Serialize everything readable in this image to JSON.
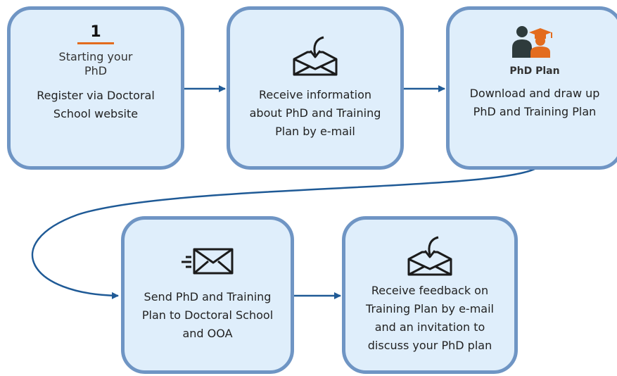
{
  "steps": [
    {
      "number": "1",
      "title": "Starting your\nPhD",
      "text": "Register via Doctoral\nSchool website"
    },
    {
      "icon": "envelope-receive-icon",
      "text": "Receive information\nabout PhD and Training\nPlan by e-mail"
    },
    {
      "icon": "student-graduate-icon",
      "title": "PhD Plan",
      "text": "Download and draw up\nPhD and Training Plan"
    },
    {
      "icon": "envelope-send-icon",
      "text": "Send PhD and Training\nPlan to Doctoral School\nand OOA"
    },
    {
      "icon": "envelope-receive-icon",
      "text": "Receive feedback on\nTraining Plan by e-mail\nand an invitation to\ndiscuss your PhD plan"
    }
  ],
  "colors": {
    "box_fill": "#dfeefb",
    "box_border": "#6f95c4",
    "arrow": "#1f5a96",
    "accent": "#e36c1e",
    "icon_dark": "#2e3b3c"
  }
}
